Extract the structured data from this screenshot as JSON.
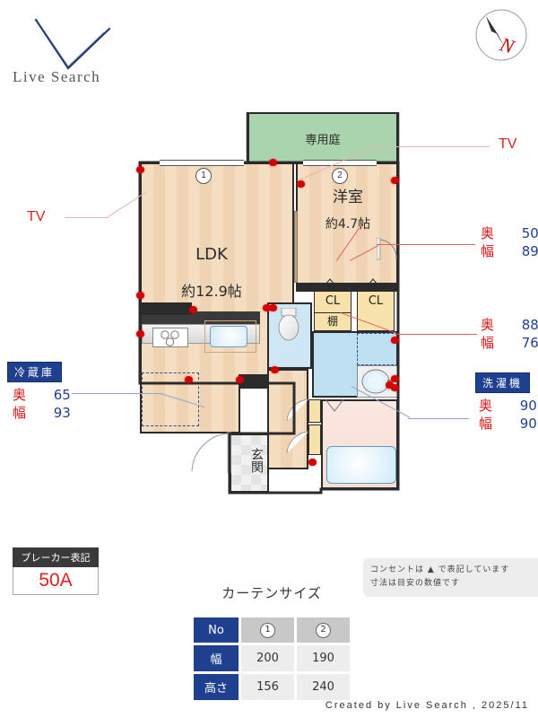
{
  "brand": {
    "logo_text": "Live Search",
    "logo_icon": "check-swoosh-icon"
  },
  "compass": {
    "label": "N",
    "icon": "compass-north-icon"
  },
  "floorplan": {
    "rooms": [
      {
        "id": "garden",
        "name": "専用庭",
        "sub": ""
      },
      {
        "id": "ldk",
        "name": "LDK",
        "sub": "約12.9帖"
      },
      {
        "id": "washitsu",
        "name": "洋室",
        "sub": "約4.7帖"
      },
      {
        "id": "genkan",
        "name": "玄関",
        "sub": ""
      }
    ],
    "closets": [
      {
        "label": "CL"
      },
      {
        "label": "CL"
      }
    ],
    "shelf_label": "棚",
    "window_markers": [
      "1",
      "2"
    ],
    "outlet_symbol": "▲"
  },
  "tv_labels": [
    {
      "id": "tv-left",
      "label": "TV"
    },
    {
      "id": "tv-right",
      "label": "TV"
    }
  ],
  "appliance_callouts": [
    {
      "id": "refrigerator",
      "title": "冷蔵庫",
      "has_title": true,
      "depth_key": "奥",
      "depth_value": "65",
      "width_key": "幅",
      "width_value": "93"
    },
    {
      "id": "upper-right-fixture",
      "title": "",
      "has_title": false,
      "depth_key": "奥",
      "depth_value": "50",
      "width_key": "幅",
      "width_value": "89"
    },
    {
      "id": "mid-right-fixture",
      "title": "",
      "has_title": false,
      "depth_key": "奥",
      "depth_value": "88",
      "width_key": "幅",
      "width_value": "76"
    },
    {
      "id": "washing-machine",
      "title": "洗濯機",
      "has_title": true,
      "depth_key": "奥",
      "depth_value": "90",
      "width_key": "幅",
      "width_value": "90"
    }
  ],
  "breaker": {
    "header": "ブレーカー表記",
    "value": "50A"
  },
  "curtain": {
    "title": "カーテンサイズ",
    "row_headers": [
      "No",
      "幅",
      "高さ"
    ],
    "columns": [
      "1",
      "2"
    ],
    "width_values": [
      "200",
      "190"
    ],
    "height_values": [
      "156",
      "240"
    ]
  },
  "note": {
    "line1": "コンセントは ▲ で表記しています",
    "line2": "寸法は目安の数値です"
  },
  "footer": {
    "text": "Created by Live Search , 2025/11"
  },
  "colors": {
    "accent_blue": "#1f3f8f",
    "red": "#d11111",
    "garden_green": "#a9d4ae",
    "floor_tan": "#f2d8b8",
    "water_blue": "#bfe0f2"
  }
}
